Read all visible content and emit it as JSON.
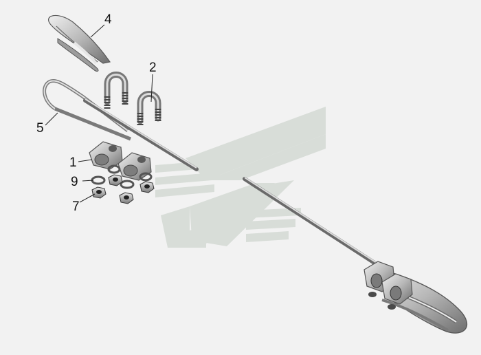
{
  "diagram": {
    "type": "exploded-parts-view",
    "callouts": [
      {
        "label": "4"
      },
      {
        "label": "2"
      },
      {
        "label": "5"
      },
      {
        "label": "1"
      },
      {
        "label": "9"
      },
      {
        "label": "7"
      }
    ]
  },
  "colors": {
    "background": "#f2f2f2",
    "watermark": "#d8ddd8",
    "metal_dark": "#6d6d6d",
    "metal_mid": "#a9a9a9",
    "metal_light": "#e3e3e3",
    "leader": "#222222"
  }
}
